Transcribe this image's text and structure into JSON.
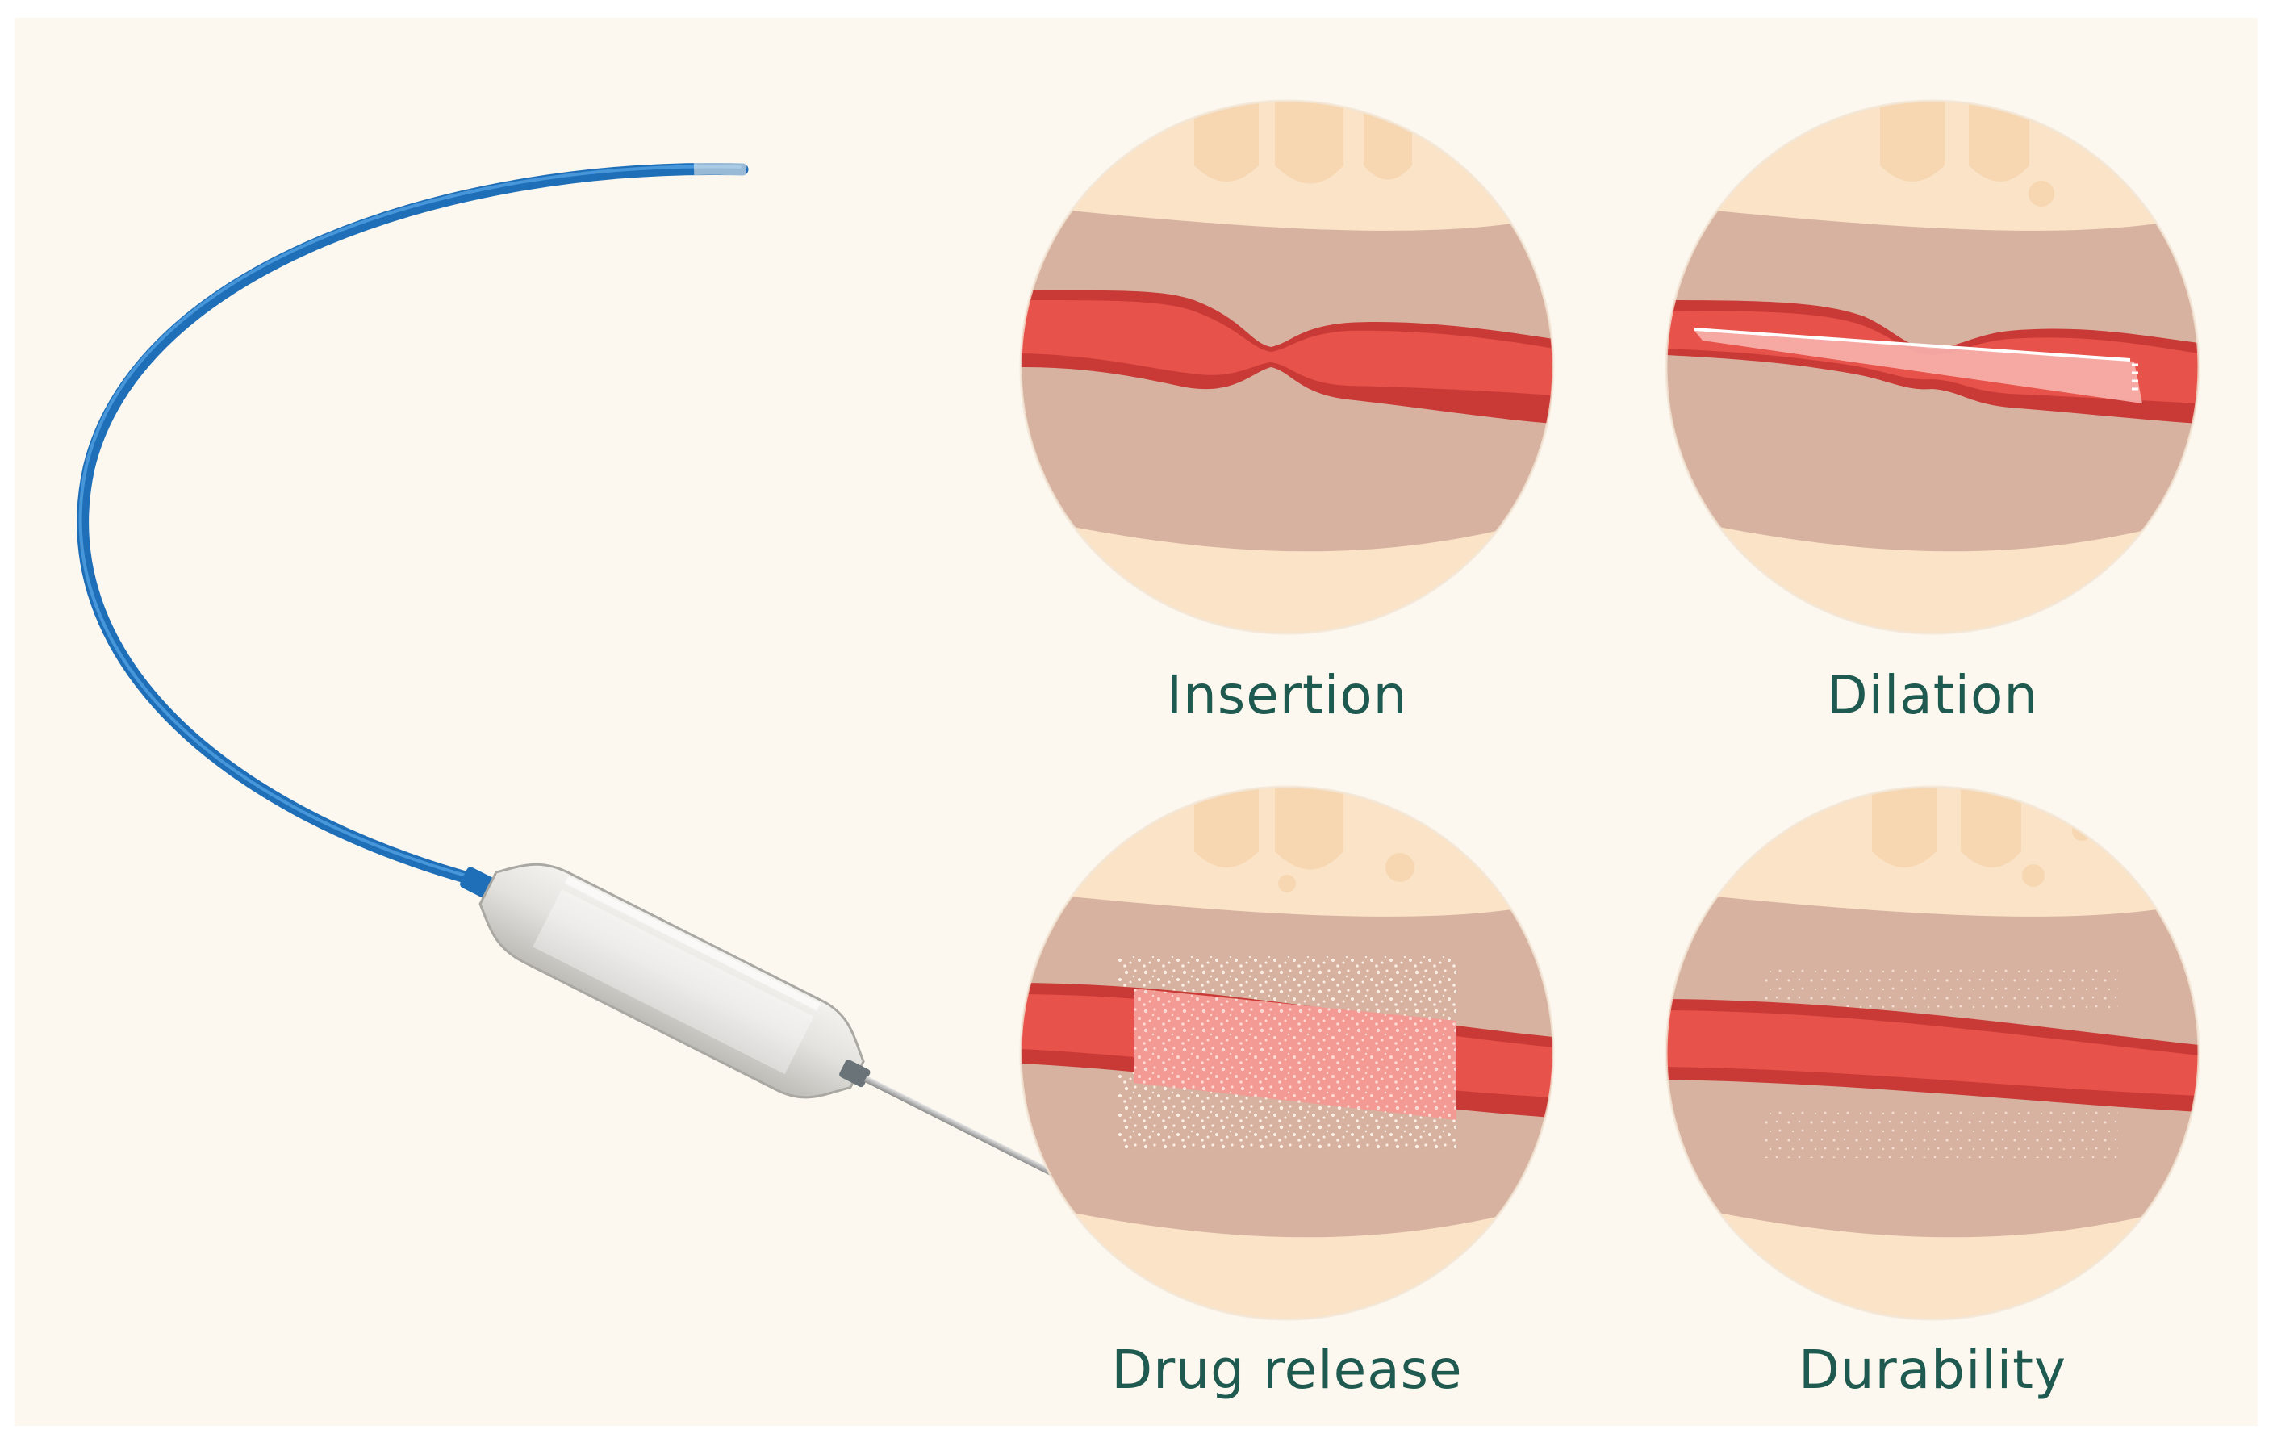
{
  "colors": {
    "background": "#fcf7ef",
    "tissue": "#d7b2a0",
    "fat": "#fbe3c7",
    "vessel": "#e7524a",
    "vessel_dark": "#c93a36",
    "catheter": "#1f6fb8",
    "label_text": "#1f5a50"
  },
  "panels": [
    {
      "id": "insertion",
      "label": "Insertion",
      "icon": "narrowed-artery-icon"
    },
    {
      "id": "dilation",
      "label": "Dilation",
      "icon": "balloon-in-artery-icon"
    },
    {
      "id": "drug-release",
      "label": "Drug release",
      "icon": "drug-coated-balloon-icon"
    },
    {
      "id": "durability",
      "label": "Durability",
      "icon": "patent-artery-icon"
    }
  ]
}
